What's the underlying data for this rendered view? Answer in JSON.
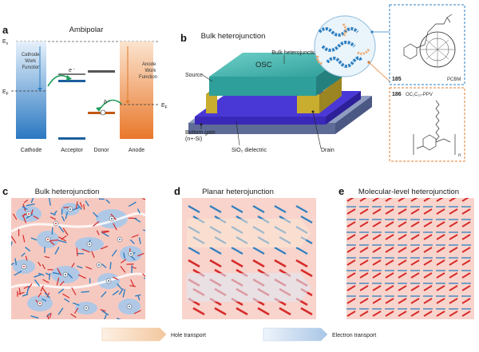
{
  "panel_a": {
    "label": "a",
    "title": "Ambipolar",
    "e_vac": "E",
    "e_vac_sub": "v",
    "e_f_left": "E",
    "e_f_left_sub": "F",
    "e_f_right": "E",
    "e_f_right_sub": "F",
    "cathode_wf": [
      "Cathode",
      "Work",
      "Function"
    ],
    "anode_wf": [
      "Anode",
      "Work",
      "Function"
    ],
    "electron": "e⁻",
    "hole": "h⁺",
    "columns": [
      "Cathode",
      "Acceptor",
      "Donor",
      "Anode"
    ]
  },
  "panel_b": {
    "label": "b",
    "title": "Bulk heterojunction",
    "osc": "OSC",
    "bhj_label": "Bulk heterojunction",
    "source": "Source",
    "drain": "Drain",
    "gate": [
      "Bottom gate",
      "(n+-Si)"
    ],
    "dielectric": "SiO₂ dielectric",
    "mol1_num": "185",
    "mol1_name": "PCBM",
    "mol2_num": "186",
    "mol2_name": "OC₁C₁₀-PPV",
    "n": "n"
  },
  "panel_c": {
    "label": "c",
    "title": "Bulk heterojunction"
  },
  "panel_d": {
    "label": "d",
    "title": "Planar heterojunction"
  },
  "panel_e": {
    "label": "e",
    "title": "Molecular-level heterojunction"
  },
  "legend": {
    "hole": "Hole transport",
    "electron": "Electron transport"
  },
  "colors": {
    "orange": "#e07b2a",
    "blue": "#2f7fc0",
    "red": "#d62b2b",
    "pink_bg": "#f6c9c0"
  }
}
